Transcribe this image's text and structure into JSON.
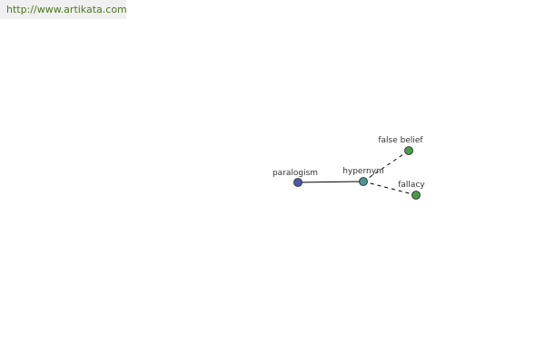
{
  "banner": {
    "url": "http://www.artikata.com",
    "color": "#4a7a1e"
  },
  "graph": {
    "nodes": [
      {
        "id": "paralogism",
        "label": "paralogism",
        "color": "#4b5aa8",
        "role": "root"
      },
      {
        "id": "hypernym",
        "label": "hypernym",
        "color": "#4a9494",
        "role": "relation"
      },
      {
        "id": "false-belief",
        "label": "false belief",
        "color": "#4a9a4a",
        "role": "term"
      },
      {
        "id": "fallacy",
        "label": "fallacy",
        "color": "#4a9a4a",
        "role": "term"
      }
    ],
    "edges": [
      {
        "from": "paralogism",
        "to": "hypernym",
        "style": "solid"
      },
      {
        "from": "hypernym",
        "to": "false-belief",
        "style": "dashed"
      },
      {
        "from": "hypernym",
        "to": "fallacy",
        "style": "dashed"
      }
    ]
  }
}
